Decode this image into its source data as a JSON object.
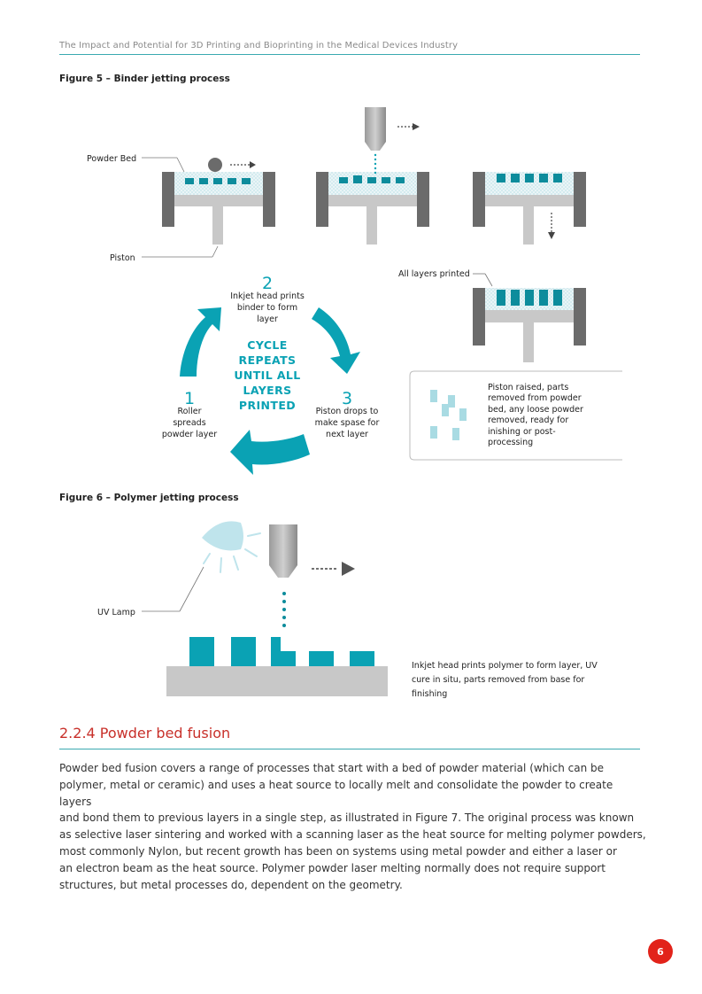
{
  "header": {
    "running_title": "The Impact and Potential for 3D Printing and Bioprinting in the Medical Devices Industry"
  },
  "figure5": {
    "caption": "Figure 5 – Binder jetting process",
    "labels": {
      "powder_bed": "Powder Bed",
      "piston": "Piston",
      "all_layers": "All layers printed"
    },
    "cycle_center": [
      "CYCLE",
      "REPEATS",
      "UNTIL ALL",
      "LAYERS",
      "PRINTED"
    ],
    "steps": [
      {
        "number": "1",
        "lines": [
          "Roller",
          "spreads",
          "powder layer"
        ]
      },
      {
        "number": "2",
        "lines": [
          "Inkjet head prints",
          "binder to form",
          "layer"
        ]
      },
      {
        "number": "3",
        "lines": [
          "Piston drops to",
          "make spase for",
          "next layer"
        ]
      }
    ],
    "final_note": [
      "Piston raised, parts",
      "removed from powder",
      "bed, any loose powder",
      "removed, ready for",
      "inishing or post-",
      "processing"
    ]
  },
  "figure6": {
    "caption": "Figure 6 – Polymer jetting process",
    "uv_lamp": "UV Lamp",
    "note": [
      "Inkjet head prints polymer to form layer, UV",
      "cure in situ, parts removed from base for",
      "finishing"
    ]
  },
  "section": {
    "title": "2.2.4 Powder bed fusion",
    "body_lines": [
      "Powder bed fusion covers a range of processes that start with a bed of powder material (which can be",
      "polymer, metal or ceramic) and uses a heat source to locally melt and consolidate the powder to create layers",
      "and bond them to previous layers in a single step, as illustrated in Figure 7. The original process was known",
      "as selective laser sintering and worked with a scanning laser as the heat source for melting polymer powders,",
      "most commonly Nylon, but recent growth has been on systems using metal powder and either a laser or",
      "an electron beam as the heat source. Polymer powder laser melting normally does not require support",
      "structures, but metal processes do, dependent on the geometry."
    ]
  },
  "page_number": "6",
  "colors": {
    "teal": "#0aa2b4",
    "accent_red": "#c8302a",
    "badge_red": "#e2231a",
    "dark_gray": "#6e6e6e",
    "light_gray": "#c8c8c8"
  }
}
